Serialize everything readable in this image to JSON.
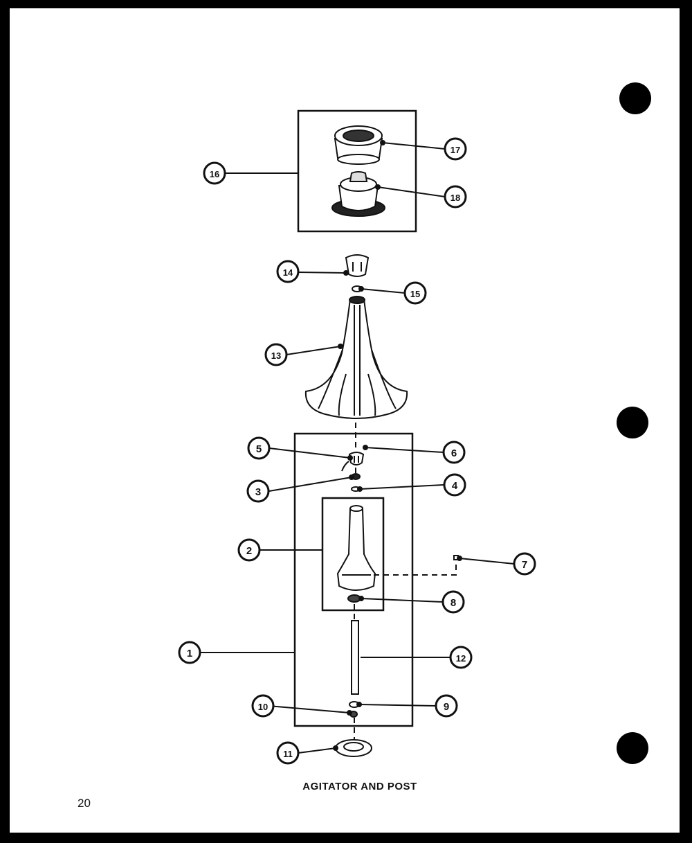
{
  "title": "AGITATOR AND POST",
  "page_number": "20",
  "callouts": [
    {
      "id": "c1",
      "label": "1"
    },
    {
      "id": "c2",
      "label": "2"
    },
    {
      "id": "c3",
      "label": "3"
    },
    {
      "id": "c4",
      "label": "4"
    },
    {
      "id": "c5",
      "label": "5"
    },
    {
      "id": "c6",
      "label": "6"
    },
    {
      "id": "c7",
      "label": "7"
    },
    {
      "id": "c8",
      "label": "8"
    },
    {
      "id": "c9",
      "label": "9"
    },
    {
      "id": "c10",
      "label": "10"
    },
    {
      "id": "c11",
      "label": "11"
    },
    {
      "id": "c12",
      "label": "12"
    },
    {
      "id": "c13",
      "label": "13"
    },
    {
      "id": "c14",
      "label": "14"
    },
    {
      "id": "c15",
      "label": "15"
    },
    {
      "id": "c16",
      "label": "16"
    },
    {
      "id": "c17",
      "label": "17"
    },
    {
      "id": "c18",
      "label": "18"
    }
  ],
  "colors": {
    "ink": "#111111",
    "paper": "#ffffff",
    "border": "#000000"
  }
}
